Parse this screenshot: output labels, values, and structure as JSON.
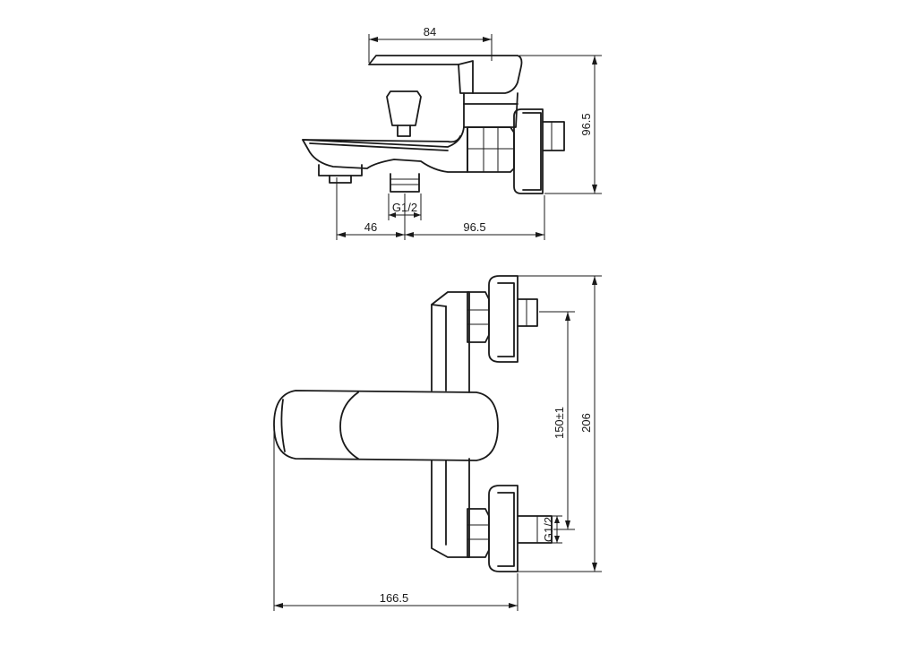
{
  "dimensions": {
    "top_width": "84",
    "side_height": "96.5",
    "spout_reach": "46",
    "body_depth": "96.5",
    "thread_side": "G1/2",
    "centers": "150±1",
    "overall_height": "206",
    "thread_front": "G1/2",
    "overall_width": "166.5"
  }
}
